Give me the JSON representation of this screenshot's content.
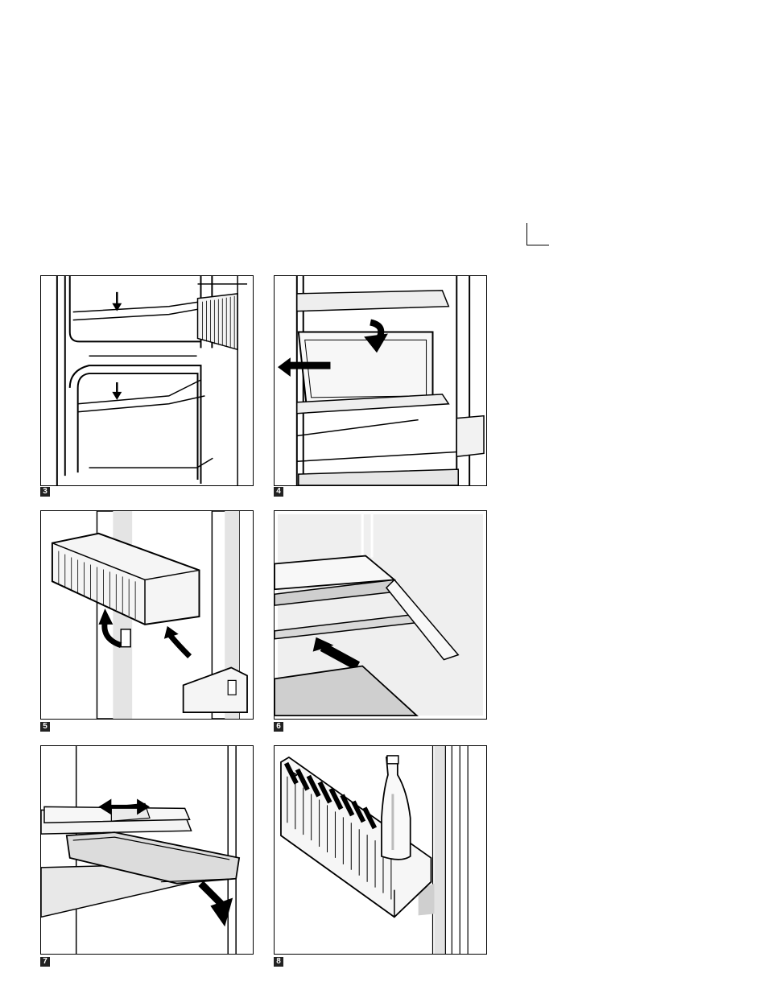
{
  "figures": [
    {
      "number": "3"
    },
    {
      "number": "4"
    },
    {
      "number": "5"
    },
    {
      "number": "6"
    },
    {
      "number": "7"
    },
    {
      "number": "8"
    }
  ]
}
